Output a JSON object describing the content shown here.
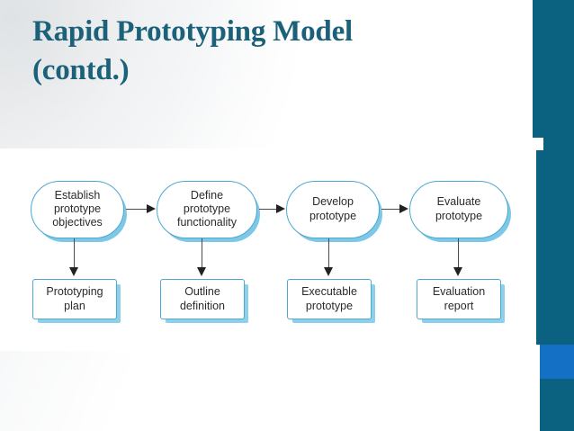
{
  "slide": {
    "title": "Rapid Prototyping Model\n(contd.)",
    "title_color": "#1b6179",
    "background_color": "#ffffff",
    "accent_color": "#0b6180",
    "accent_secondary_color": "#1470c4"
  },
  "diagram": {
    "type": "flowchart",
    "node_border_color": "#4ea8cf",
    "node_shadow_color": "#7cc8e6",
    "connector_color": "#4a4a4a",
    "stages": [
      {
        "process": "Establish\nprototype\nobjectives",
        "output": "Prototyping\nplan"
      },
      {
        "process": "Define\nprototype\nfunctionality",
        "output": "Outline\ndefinition"
      },
      {
        "process": "Develop\nprototype",
        "output": "Executable\nprototype"
      },
      {
        "process": "Evaluate\nprototype",
        "output": "Evaluation\nreport"
      }
    ]
  }
}
